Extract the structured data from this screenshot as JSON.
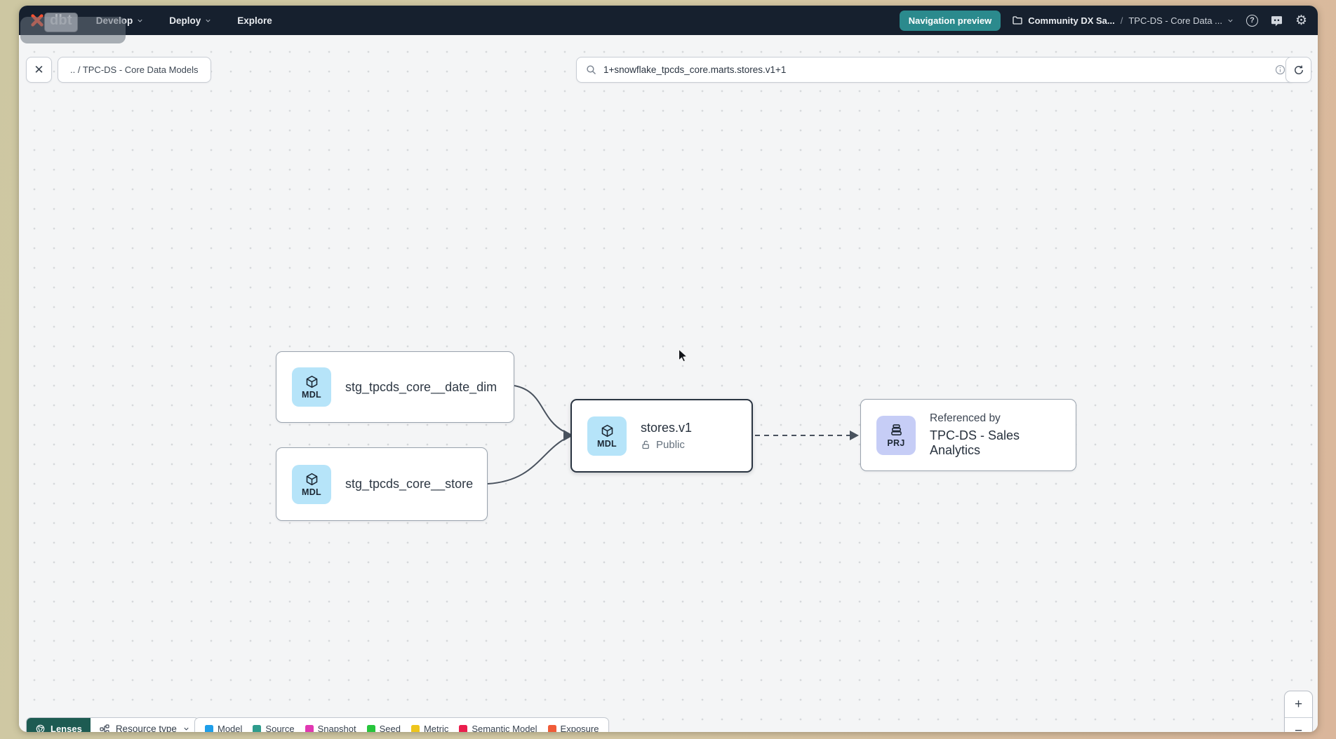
{
  "header": {
    "logo_text": "dbt",
    "nav_items": [
      {
        "label": "Develop"
      },
      {
        "label": "Deploy"
      },
      {
        "label": "Explore"
      }
    ],
    "preview_badge": "Navigation preview",
    "project_name": "Community DX Sa...",
    "breadcrumb_separator": "/",
    "page_name": "TPC-DS - Core Data ..."
  },
  "toolbar": {
    "breadcrumb_chip": ".. / TPC-DS - Core Data Models",
    "search_value": "1+snowflake_tpcds_core.marts.stores.v1+1"
  },
  "graph": {
    "nodes": [
      {
        "badge": "MDL",
        "label": "stg_tpcds_core__date_dim"
      },
      {
        "badge": "MDL",
        "label": "stg_tpcds_core__store"
      },
      {
        "badge": "MDL",
        "label": "stores.v1",
        "access_label": "Public"
      },
      {
        "badge": "PRJ",
        "kicker": "Referenced by",
        "label": "TPC-DS - Sales Analytics"
      }
    ]
  },
  "footer": {
    "lenses_label": "Lenses",
    "resource_type_label": "Resource type",
    "legend": [
      {
        "label": "Model",
        "color": "#1e9ee9"
      },
      {
        "label": "Source",
        "color": "#2e9c8d"
      },
      {
        "label": "Snapshot",
        "color": "#e138b2"
      },
      {
        "label": "Seed",
        "color": "#27c53c"
      },
      {
        "label": "Metric",
        "color": "#eec51c"
      },
      {
        "label": "Semantic Model",
        "color": "#ea1e4d"
      },
      {
        "label": "Exposure",
        "color": "#f05b38"
      }
    ],
    "zoom_in_label": "+",
    "zoom_out_label": "−"
  },
  "colors": {
    "header_bg": "#16202e",
    "preview_badge_bg": "#2b8a8d",
    "brand_orange": "#ff4f2e",
    "model_badge_bg": "#b6e4f9",
    "project_badge_bg": "#c6cdf6",
    "lenses_bg": "#1d5b52",
    "selected_border": "#2a3441",
    "canvas_bg": "#f4f5f6"
  }
}
